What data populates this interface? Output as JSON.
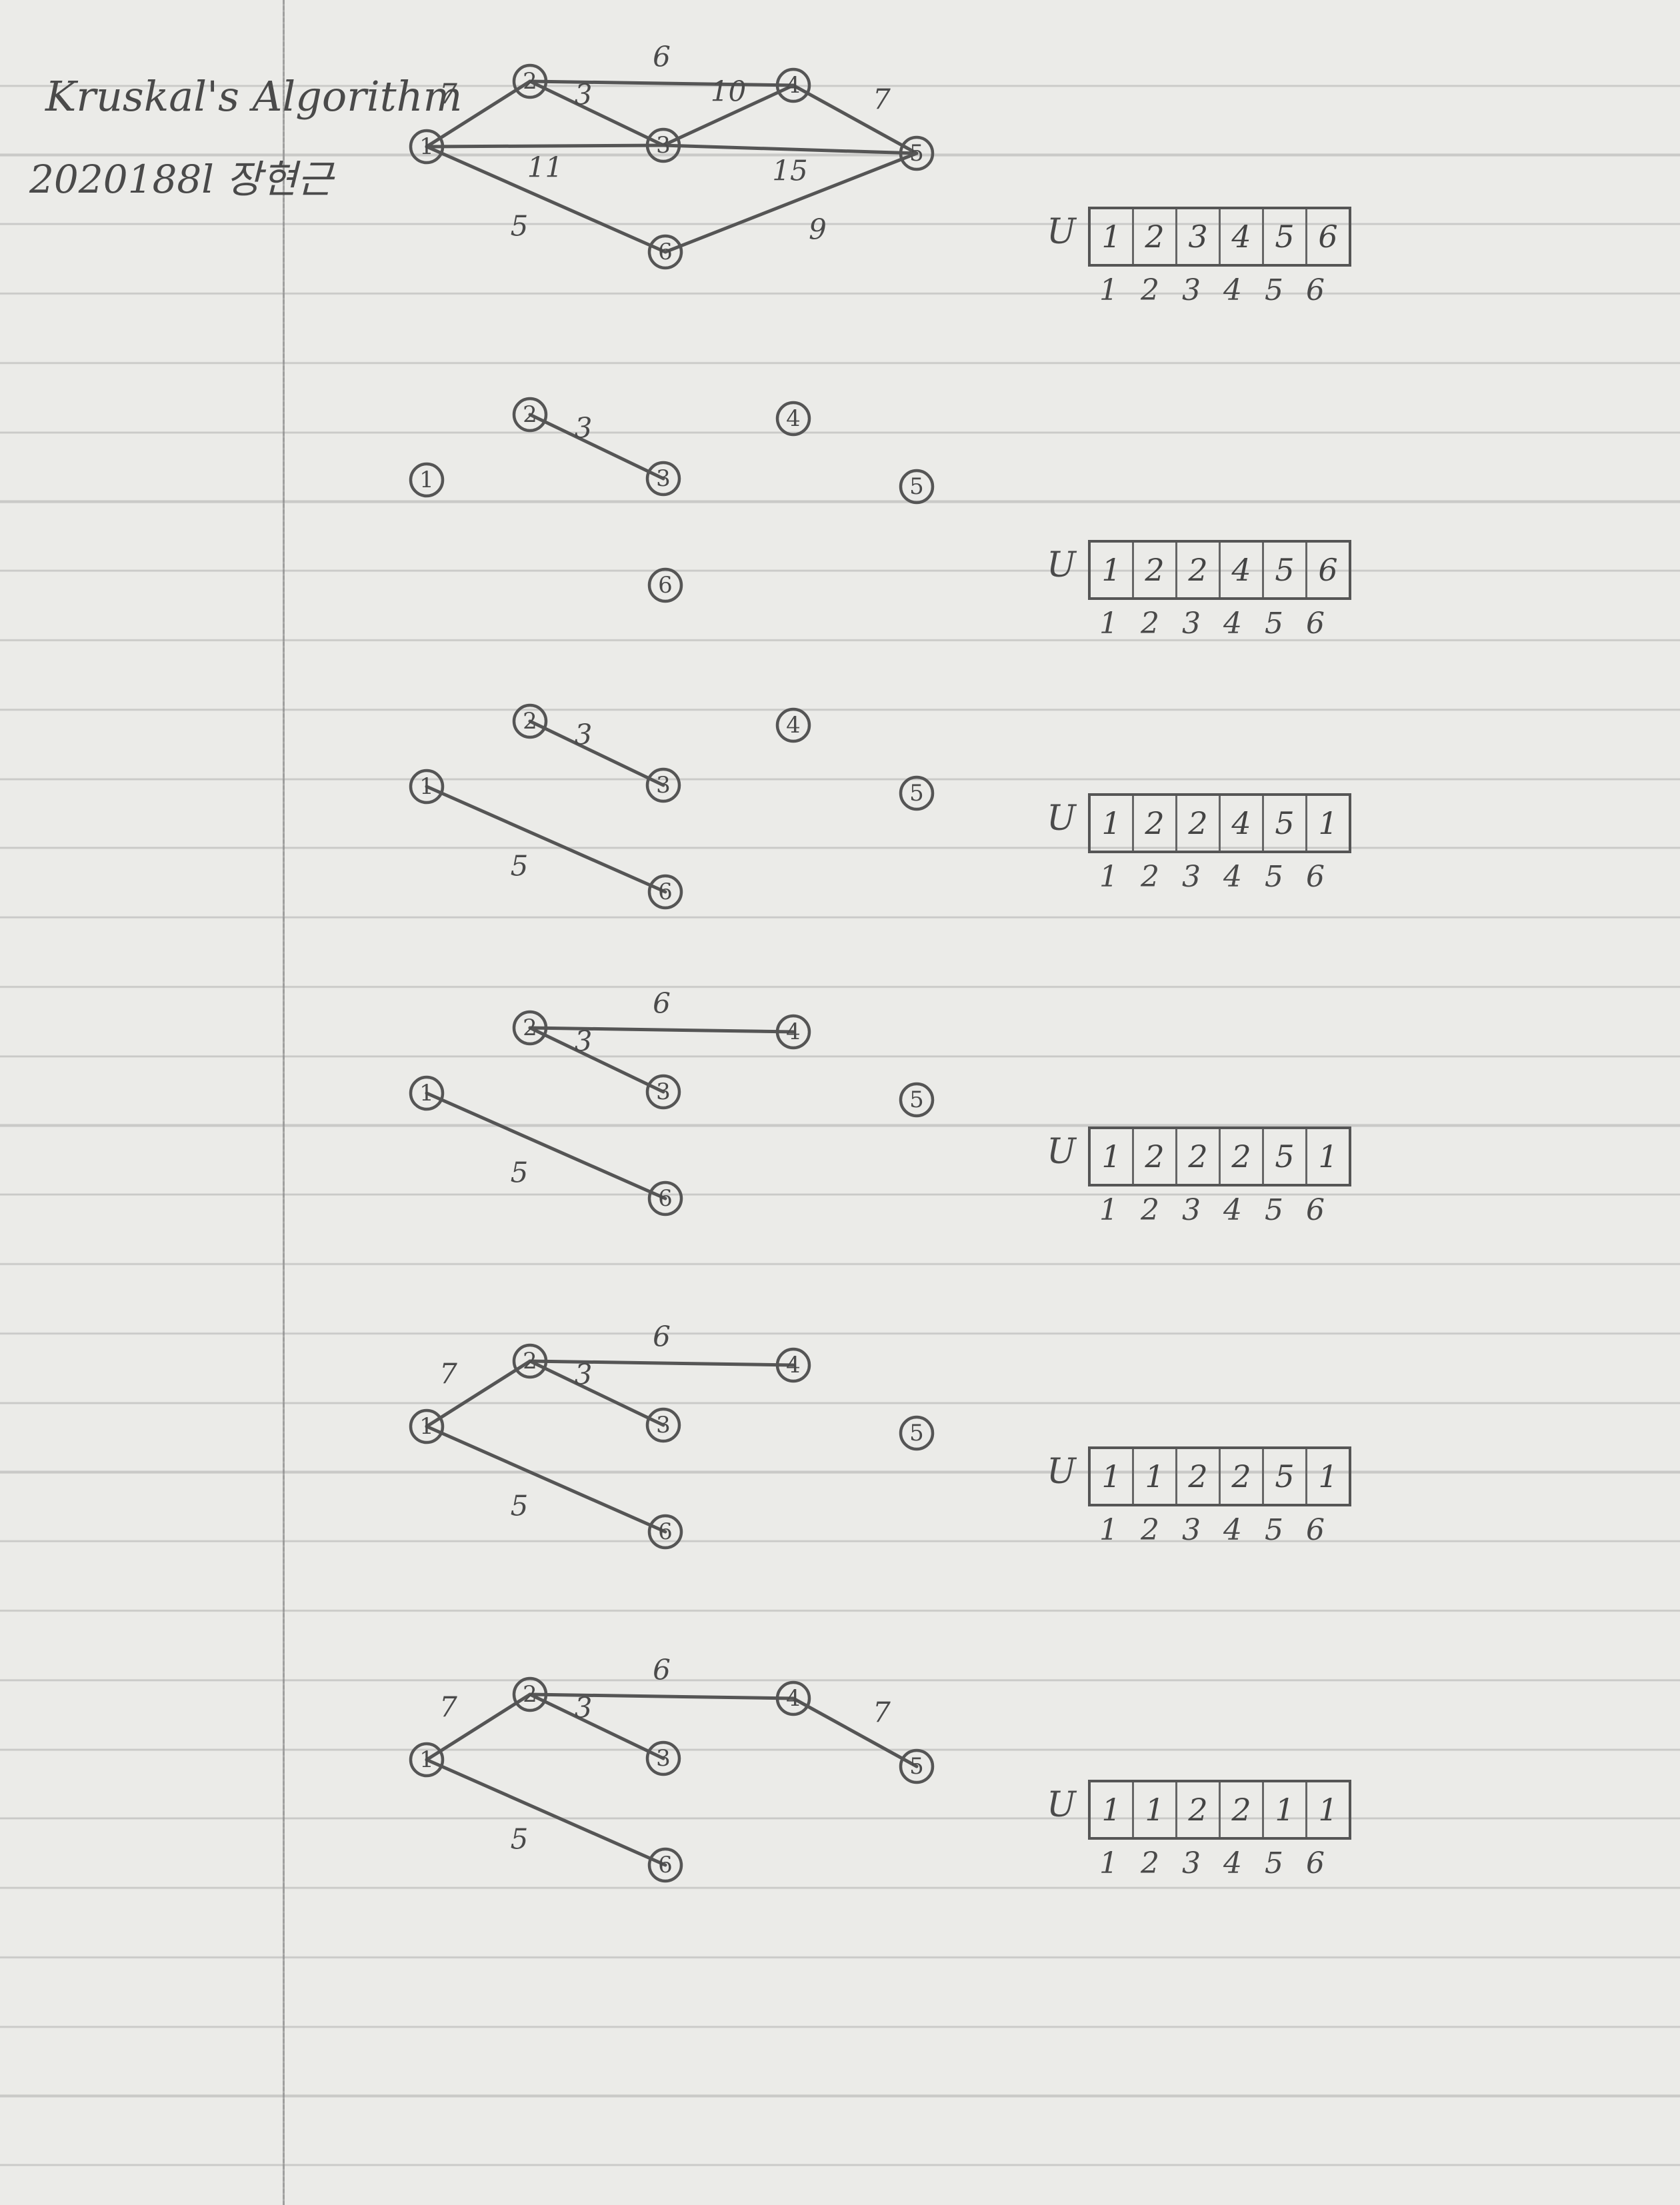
{
  "header": {
    "title": "Kruskal's Algorithm",
    "student": "2020188l 장현근"
  },
  "diagram_type": "kruskal-mst-steps",
  "steps": [
    {
      "nodes": [
        "1",
        "2",
        "3",
        "4",
        "5",
        "6"
      ],
      "edges": [
        {
          "from": "1",
          "to": "2",
          "weight": "7"
        },
        {
          "from": "2",
          "to": "4",
          "weight": "6"
        },
        {
          "from": "2",
          "to": "3",
          "weight": "3"
        },
        {
          "from": "3",
          "to": "4",
          "weight": "10"
        },
        {
          "from": "4",
          "to": "5",
          "weight": "7"
        },
        {
          "from": "1",
          "to": "3",
          "weight": "11"
        },
        {
          "from": "3",
          "to": "5",
          "weight": "15"
        },
        {
          "from": "1",
          "to": "6",
          "weight": "5"
        },
        {
          "from": "6",
          "to": "5",
          "weight": "9"
        }
      ],
      "union_find": {
        "label": "U",
        "values": [
          "1",
          "2",
          "3",
          "4",
          "5",
          "6"
        ],
        "indices": [
          "1",
          "2",
          "3",
          "4",
          "5",
          "6"
        ]
      }
    },
    {
      "nodes": [
        "1",
        "2",
        "3",
        "4",
        "5",
        "6"
      ],
      "edges": [
        {
          "from": "2",
          "to": "3",
          "weight": "3"
        }
      ],
      "union_find": {
        "label": "U",
        "values": [
          "1",
          "2",
          "2",
          "4",
          "5",
          "6"
        ],
        "indices": [
          "1",
          "2",
          "3",
          "4",
          "5",
          "6"
        ]
      }
    },
    {
      "nodes": [
        "1",
        "2",
        "3",
        "4",
        "5",
        "6"
      ],
      "edges": [
        {
          "from": "2",
          "to": "3",
          "weight": "3"
        },
        {
          "from": "1",
          "to": "6",
          "weight": "5"
        }
      ],
      "union_find": {
        "label": "U",
        "values": [
          "1",
          "2",
          "2",
          "4",
          "5",
          "1"
        ],
        "indices": [
          "1",
          "2",
          "3",
          "4",
          "5",
          "6"
        ]
      }
    },
    {
      "nodes": [
        "1",
        "2",
        "3",
        "4",
        "5",
        "6"
      ],
      "edges": [
        {
          "from": "2",
          "to": "3",
          "weight": "3"
        },
        {
          "from": "1",
          "to": "6",
          "weight": "5"
        },
        {
          "from": "2",
          "to": "4",
          "weight": "6"
        }
      ],
      "union_find": {
        "label": "U",
        "values": [
          "1",
          "2",
          "2",
          "2",
          "5",
          "1"
        ],
        "indices": [
          "1",
          "2",
          "3",
          "4",
          "5",
          "6"
        ]
      }
    },
    {
      "nodes": [
        "1",
        "2",
        "3",
        "4",
        "5",
        "6"
      ],
      "edges": [
        {
          "from": "2",
          "to": "3",
          "weight": "3"
        },
        {
          "from": "1",
          "to": "6",
          "weight": "5"
        },
        {
          "from": "2",
          "to": "4",
          "weight": "6"
        },
        {
          "from": "1",
          "to": "2",
          "weight": "7"
        }
      ],
      "union_find": {
        "label": "U",
        "values": [
          "1",
          "1",
          "2",
          "2",
          "5",
          "1"
        ],
        "indices": [
          "1",
          "2",
          "3",
          "4",
          "5",
          "6"
        ]
      }
    },
    {
      "nodes": [
        "1",
        "2",
        "3",
        "4",
        "5",
        "6"
      ],
      "edges": [
        {
          "from": "2",
          "to": "3",
          "weight": "3"
        },
        {
          "from": "1",
          "to": "6",
          "weight": "5"
        },
        {
          "from": "2",
          "to": "4",
          "weight": "6"
        },
        {
          "from": "1",
          "to": "2",
          "weight": "7"
        },
        {
          "from": "4",
          "to": "5",
          "weight": "7"
        }
      ],
      "union_find": {
        "label": "U",
        "values": [
          "1",
          "1",
          "2",
          "2",
          "1",
          "1"
        ],
        "indices": [
          "1",
          "2",
          "3",
          "4",
          "5",
          "6"
        ]
      }
    }
  ]
}
